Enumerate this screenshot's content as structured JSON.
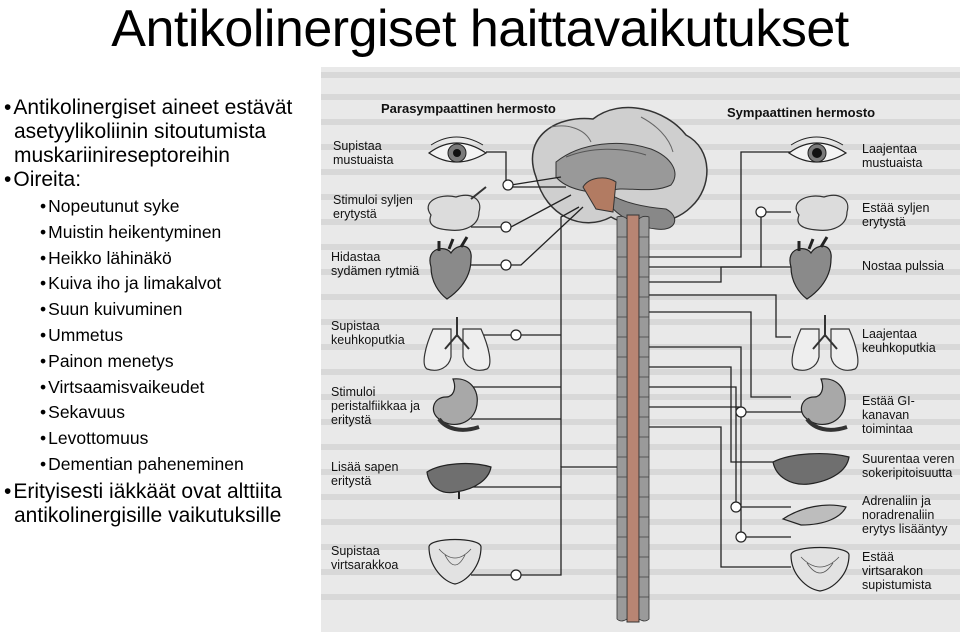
{
  "title": "Antikolinergiset haittavaikutukset",
  "bullets": {
    "intro": "Antikolinergiset aineet estävät asetyylikoliinin sitoutumista muskariinireseptoreihin",
    "symptoms_heading": "Oireita:",
    "symptoms": [
      "Nopeutunut syke",
      "Muistin heikentyminen",
      "Heikko lähinäkö",
      "Kuiva iho ja limakalvot",
      "Suun kuivuminen",
      "Ummetus",
      "Painon menetys",
      "Virtsaamisvaikeudet",
      "Sekavuus",
      "Levottomuus",
      "Dementian paheneminen"
    ],
    "closing": "Erityisesti iäkkäät ovat alttiita antikolinergisille vaikutuksille"
  },
  "diagram": {
    "left_header": "Parasympaattinen hermosto",
    "right_header": "Sympaattinen hermosto",
    "left_labels": [
      "Supistaa mustuaista",
      "Stimuloi syljen erytystä",
      "Hidastaa sydämen rytmiä",
      "Supistaa keuhkoputkia",
      "Stimuloi peristalfiikkaa ja eritystä",
      "Lisää sapen eritystä",
      "Supistaa virtsarakkoa"
    ],
    "right_labels": [
      "Laajentaa mustuaista",
      "Estää syljen erytystä",
      "Nostaa pulssia",
      "Laajentaa keuhkoputkia",
      "Estää GI-kanavan toimintaa",
      "Suurentaa veren sokeripitoisuutta",
      "Adrenaliin ja noradrenaliin erytys lisääntyy",
      "Estää virtsarakon supistumista"
    ]
  }
}
